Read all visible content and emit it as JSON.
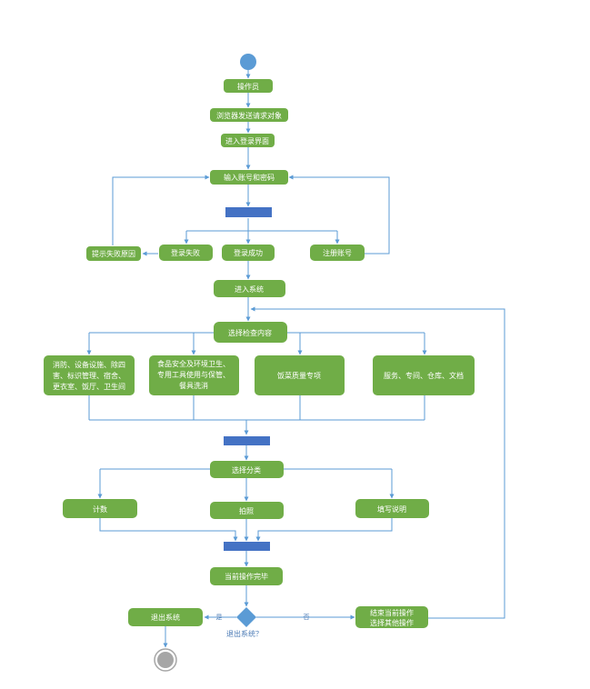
{
  "colors": {
    "node_fill": "#70ad47",
    "node_text": "#ffffff",
    "bar_fill": "#4472c4",
    "edge": "#5b9bd5",
    "start_fill": "#5b9bd5",
    "end_outer": "#a6a6a6",
    "end_inner": "#a6a6a6"
  },
  "nodes": {
    "operator": "操作员",
    "browser_request": "浏览器发送请求对象",
    "enter_login": "进入登录界面",
    "input_credentials": "输入账号和密码",
    "show_failure_reason": "提示失败原因",
    "login_failed": "登录失败",
    "login_success": "登录成功",
    "register": "注册账号",
    "enter_system": "进入系统",
    "select_check": "选择检查内容",
    "category_fire": [
      "消防、设备设施、除四",
      "害、标识管理、宿舍、",
      "更衣室、饭厅、卫生间"
    ],
    "category_food": [
      "食品安全及环境卫生、",
      "专用工具使用与保管、",
      "餐具洗消"
    ],
    "category_quality": "饭菜质量专项",
    "category_service": "服务、专间、仓库、文档",
    "select_classify": "选择分类",
    "count": "计数",
    "photo": "拍照",
    "fill_note": "填写说明",
    "operation_done": "当前操作完毕",
    "exit_system": "退出系统",
    "continue_other": [
      "结束当前操作",
      "选择其他操作"
    ]
  },
  "decision": {
    "label": "退出系统？",
    "yes": "是",
    "no": "否"
  }
}
